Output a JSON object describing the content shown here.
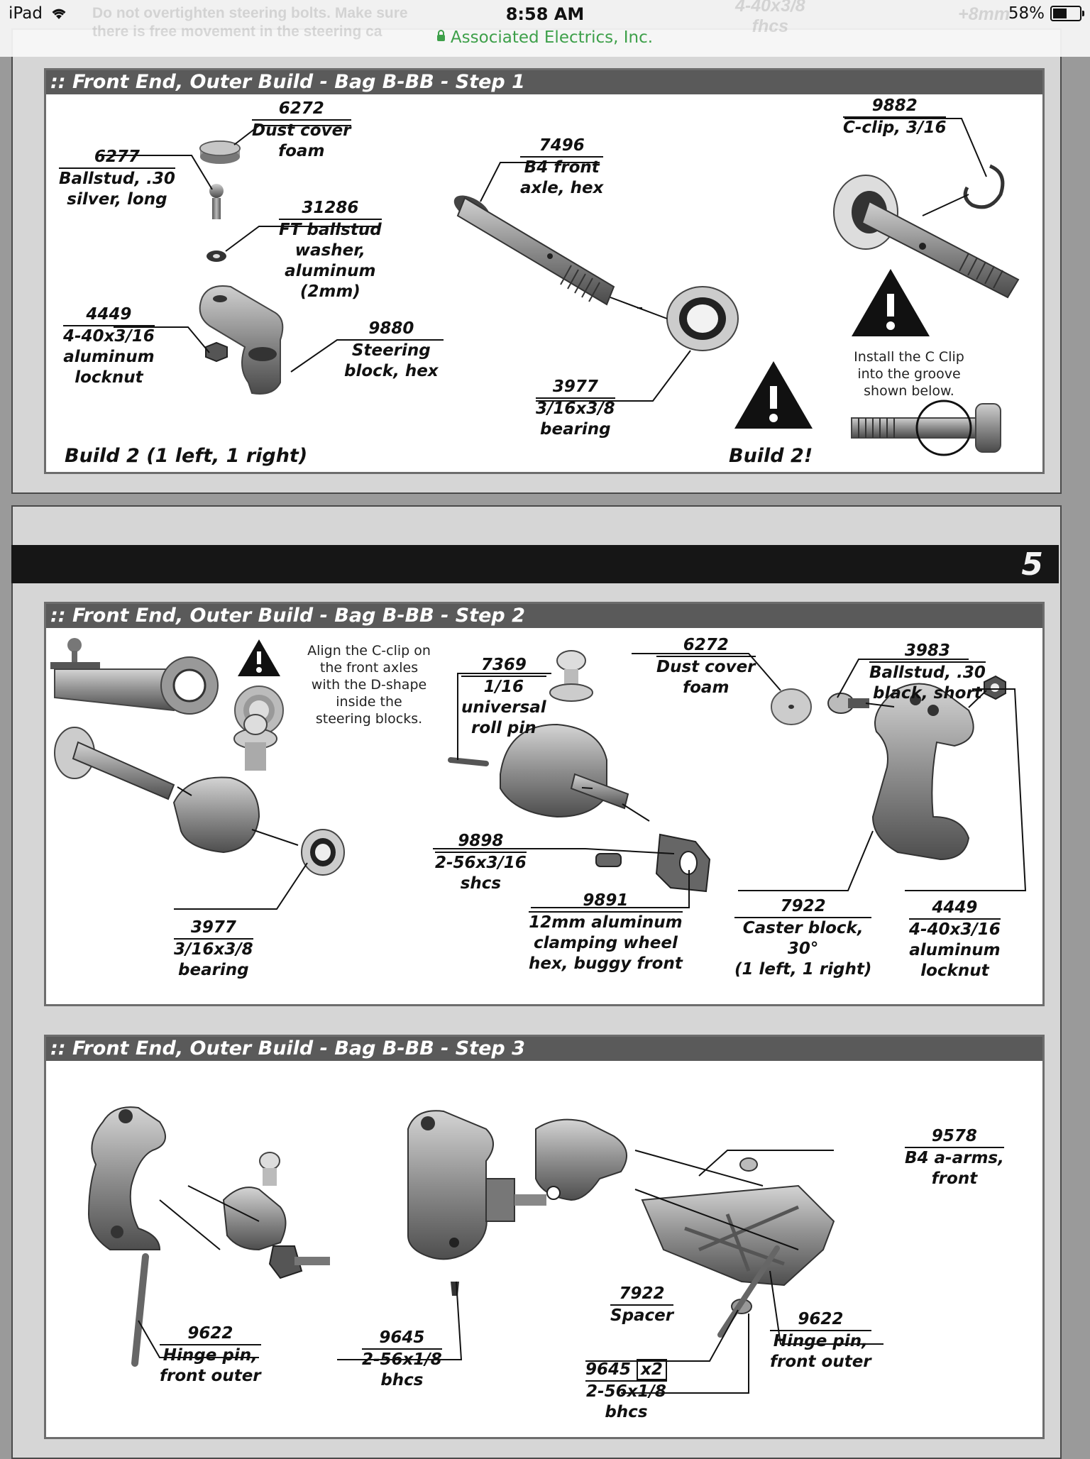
{
  "status_bar": {
    "device": "iPad",
    "time": "8:58 AM",
    "battery": "58%",
    "battery_level": 0.58,
    "url": "Associated Electrics, Inc."
  },
  "page_number": "5",
  "step1": {
    "header": ":: Front End, Outer Build - Bag B-BB - Step 1",
    "callouts": [
      {
        "pn": "6272",
        "desc": [
          "Dust cover",
          "foam"
        ]
      },
      {
        "pn": "6277",
        "desc": [
          "Ballstud, .30",
          "silver, long"
        ]
      },
      {
        "pn": "31286",
        "desc": [
          "FT ballstud",
          "washer,",
          "aluminum",
          "(2mm)"
        ]
      },
      {
        "pn": "4449",
        "desc": [
          "4-40x3/16",
          "aluminum",
          "locknut"
        ]
      },
      {
        "pn": "9880",
        "desc": [
          "Steering",
          "block, hex"
        ]
      },
      {
        "pn": "7496",
        "desc": [
          "B4 front",
          "axle, hex"
        ]
      },
      {
        "pn": "3977",
        "desc": [
          "3/16x3/8",
          "bearing"
        ]
      },
      {
        "pn": "9882",
        "desc": [
          "C-clip, 3/16"
        ]
      }
    ],
    "note": [
      "Install the C Clip",
      "into the groove",
      "shown below."
    ],
    "build_label": "Build 2 (1 left, 1 right)",
    "build_warning": "Build 2!"
  },
  "step2": {
    "header": ":: Front End, Outer Build - Bag B-BB - Step 2",
    "note": [
      "Align the C-clip on",
      "the front axles",
      "with the D-shape",
      "inside the",
      "steering blocks."
    ],
    "callouts": [
      {
        "pn": "7369",
        "desc": [
          "1/16",
          "universal",
          "roll pin"
        ]
      },
      {
        "pn": "6272",
        "desc": [
          "Dust cover",
          "foam"
        ]
      },
      {
        "pn": "3983",
        "desc": [
          "Ballstud, .30",
          "black, short"
        ]
      },
      {
        "pn": "9898",
        "desc": [
          "2-56x3/16",
          "shcs"
        ]
      },
      {
        "pn": "9891",
        "desc": [
          "12mm aluminum",
          "clamping wheel",
          "hex, buggy front"
        ]
      },
      {
        "pn": "3977",
        "desc": [
          "3/16x3/8",
          "bearing"
        ]
      },
      {
        "pn": "7922",
        "desc": [
          "Caster block,",
          "30°",
          "(1 left, 1 right)"
        ]
      },
      {
        "pn": "4449",
        "desc": [
          "4-40x3/16",
          "aluminum",
          "locknut"
        ]
      }
    ]
  },
  "step3": {
    "header": ":: Front End, Outer Build - Bag B-BB - Step 3",
    "callouts": [
      {
        "pn": "9578",
        "desc": [
          "B4 a-arms,",
          "front"
        ]
      },
      {
        "pn": "7922",
        "desc": [
          "Spacer"
        ]
      },
      {
        "pn": "9622",
        "desc": [
          "Hinge pin,",
          "front outer"
        ]
      },
      {
        "pn": "9645",
        "desc": [
          "2-56x1/8",
          "bhcs"
        ]
      },
      {
        "pn": "9622",
        "desc": [
          "Hinge pin,",
          "front outer"
        ]
      },
      {
        "pn": "9645",
        "qty": "x2",
        "desc": [
          "2-56x1/8",
          "bhcs"
        ]
      }
    ]
  },
  "behind_bar": {
    "warning": [
      "Do not overtighten steering bolts.  Make sure",
      "there is free movement in the steering ca"
    ],
    "right_pn": "4-40x3/8",
    "right_desc": "fhcs",
    "far_right": "+8mm"
  },
  "colors": {
    "header_bg": "#5a5a5a",
    "band": "#161616",
    "url_green": "#3ea04a",
    "page_bg": "#d6d6d6"
  }
}
